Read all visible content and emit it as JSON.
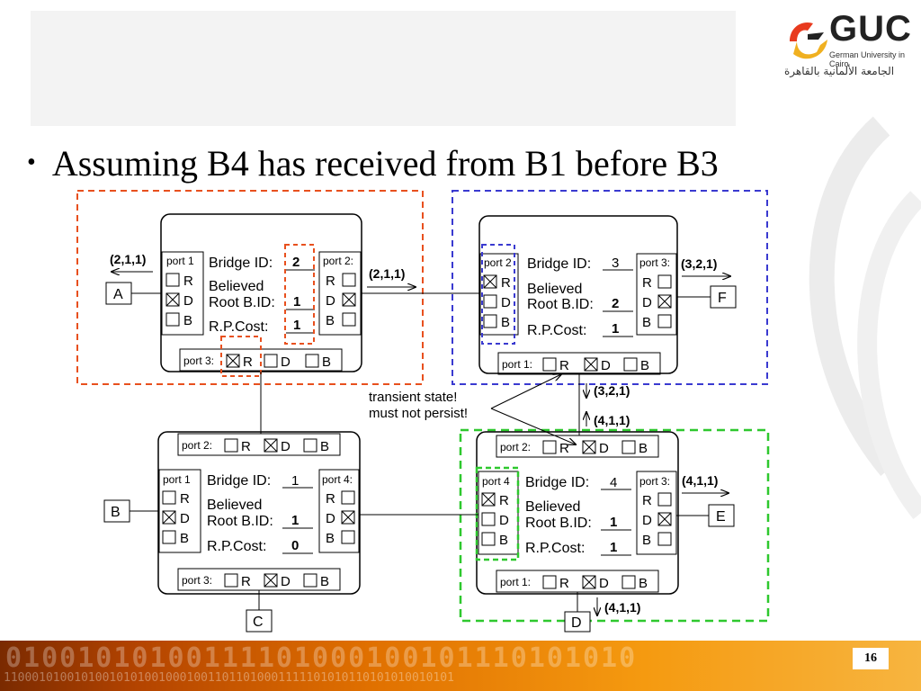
{
  "logo": {
    "name": "GUC",
    "subtitle": "German University in Cairo",
    "arabic": "الجامعة الألمانية بالقاهرة"
  },
  "bullet": "Assuming B4 has received from B1 before B3",
  "page_number": "16",
  "footer_bits": {
    "line1": "01001010100111101000100101110101010",
    "line2": "1100010100101001010100100010011011010001111101010110101010010101"
  },
  "labels": {
    "bridge_id": "Bridge ID:",
    "believed": "Believed",
    "root_bid": "Root B.ID:",
    "rp_cost": "R.P.Cost:",
    "R": "R",
    "D": "D",
    "B": "B"
  },
  "bridges": {
    "b2": {
      "id": "2",
      "root": "1",
      "cost": "1",
      "port_left": "port 1",
      "port_right": "port 2:",
      "port_bottom": "port 3:"
    },
    "b3": {
      "id": "3",
      "root": "2",
      "cost": "1",
      "port_left": "port 2",
      "port_right": "port 3:",
      "port_bottom": "port 1:"
    },
    "b1": {
      "id": "1",
      "root": "1",
      "cost": "0",
      "port_top": "port 2:",
      "port_left": "port 1",
      "port_right": "port 4:",
      "port_bottom": "port 3:"
    },
    "b4": {
      "id": "4",
      "root": "1",
      "cost": "1",
      "port_top": "port 2:",
      "port_left": "port 4",
      "port_right": "port 3:",
      "port_bottom": "port 1:"
    }
  },
  "messages": {
    "b2_left": "(2,1,1)",
    "b2_right": "(2,1,1)",
    "b3_right": "(3,2,1)",
    "b3_down": "(3,2,1)",
    "b4_up": "(4,1,1)",
    "b4_right": "(4,1,1)",
    "b4_down": "(4,1,1)"
  },
  "lans": {
    "A": "A",
    "B": "B",
    "C": "C",
    "D": "D",
    "E": "E",
    "F": "F"
  },
  "annotation": {
    "line1": "transient state!",
    "line2": "must not persist!"
  },
  "colors": {
    "red": "#e8501e",
    "blue": "#3a3ad0",
    "green": "#2ec82e"
  }
}
